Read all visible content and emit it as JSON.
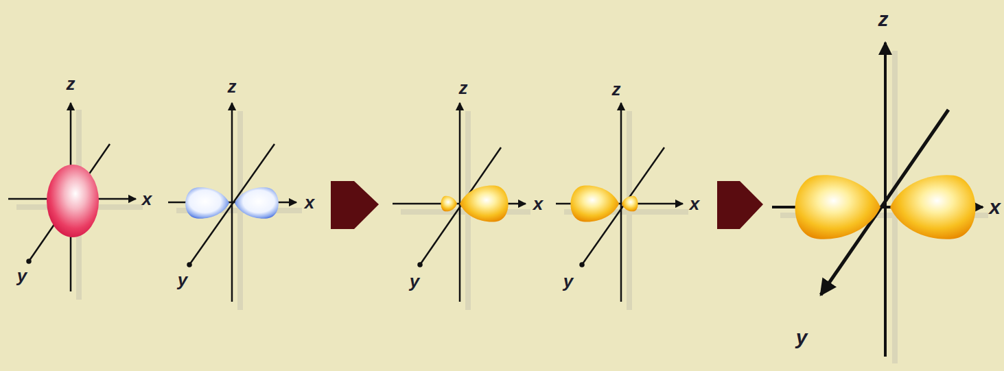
{
  "diagram": {
    "labels": [
      "z",
      "x",
      "y",
      "z",
      "x",
      "y",
      "z",
      "x",
      "y",
      "z",
      "x",
      "y",
      "z",
      "x",
      "y"
    ]
  }
}
